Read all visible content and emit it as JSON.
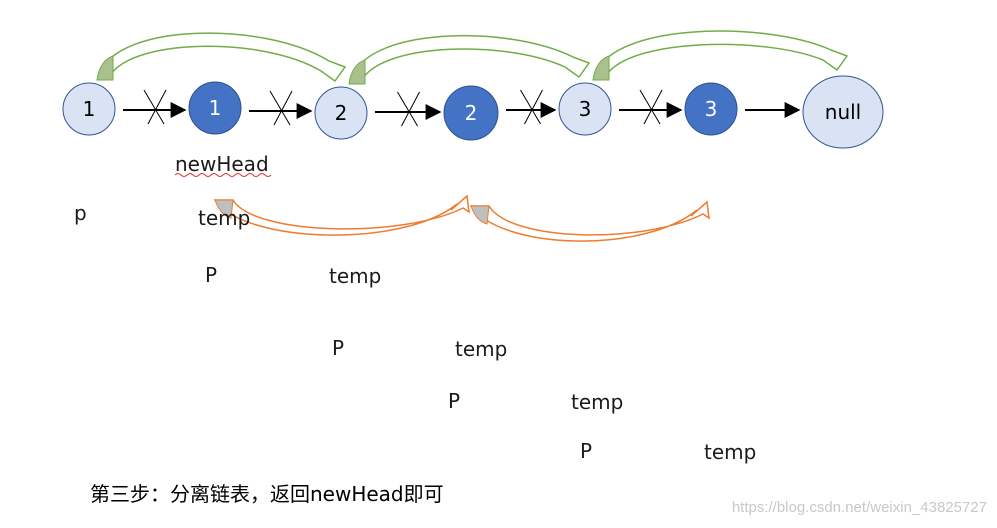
{
  "colors": {
    "light_fill": "#dae3f3",
    "light_stroke": "#2f5597",
    "dark_fill": "#4472c4",
    "dark_stroke": "#2f528f",
    "green_arc": "#70ad47",
    "green_shade": "#a9c08f",
    "orange_arc": "#ed7d31",
    "grey_shade": "#bfbfbf",
    "text": "#000000"
  },
  "nodes": [
    {
      "label": "1",
      "style": "light"
    },
    {
      "label": "1",
      "style": "dark"
    },
    {
      "label": "2",
      "style": "light"
    },
    {
      "label": "2",
      "style": "dark"
    },
    {
      "label": "3",
      "style": "light"
    },
    {
      "label": "3",
      "style": "dark"
    },
    {
      "label": "null",
      "style": "light"
    }
  ],
  "links": [
    {
      "from": 0,
      "to": 1,
      "crossed": true
    },
    {
      "from": 1,
      "to": 2,
      "crossed": true
    },
    {
      "from": 2,
      "to": 3,
      "crossed": true
    },
    {
      "from": 3,
      "to": 4,
      "crossed": true
    },
    {
      "from": 4,
      "to": 5,
      "crossed": true
    },
    {
      "from": 5,
      "to": 6,
      "crossed": false
    }
  ],
  "green_arcs": [
    {
      "from": 0,
      "to": 2
    },
    {
      "from": 2,
      "to": 4
    },
    {
      "from": 4,
      "to": 6
    }
  ],
  "orange_arcs": [
    {
      "from": 1,
      "to": 3
    },
    {
      "from": 3,
      "to": 5
    }
  ],
  "new_head_label": "newHead",
  "pointer_rows": [
    {
      "p": "p",
      "temp": "temp"
    },
    {
      "p": "P",
      "temp": "temp"
    },
    {
      "p": "P",
      "temp": "temp"
    },
    {
      "p": "P",
      "temp": "temp"
    },
    {
      "p": "P",
      "temp": "temp"
    }
  ],
  "caption": "第三步：分离链表，返回newHead即可",
  "watermark": "https://blog.csdn.net/weixin_43825727"
}
